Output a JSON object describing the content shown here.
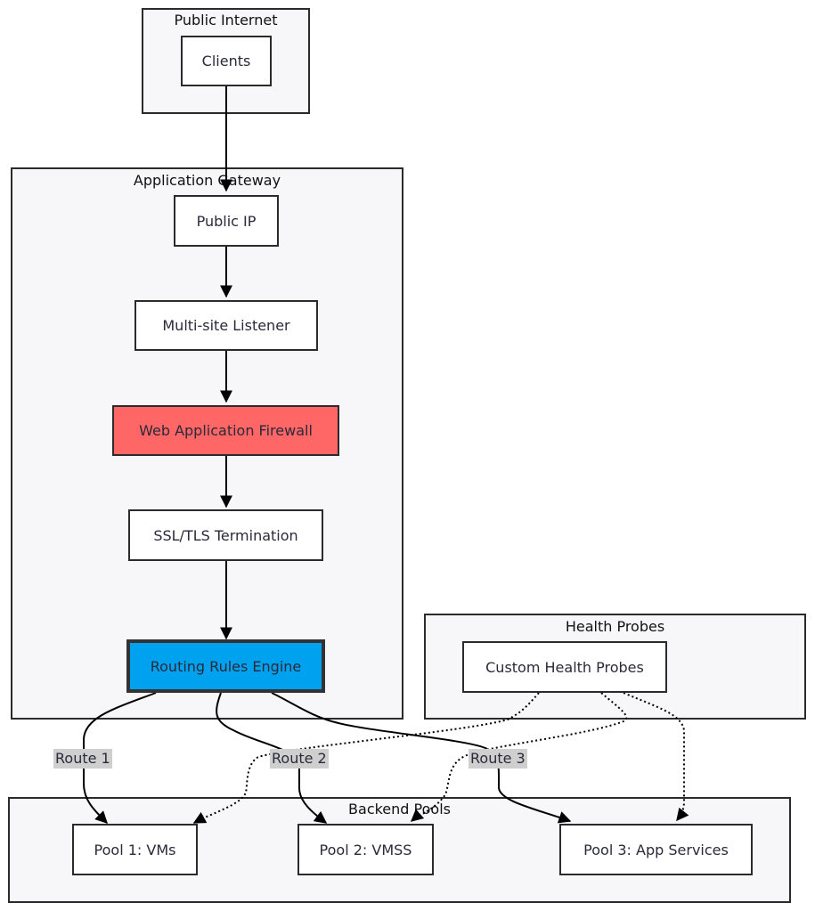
{
  "clusters": {
    "public_internet": "Public Internet",
    "application_gateway": "Application Gateway",
    "health_probes": "Health Probes",
    "backend_pools": "Backend Pools"
  },
  "nodes": {
    "clients": "Clients",
    "public_ip": "Public IP",
    "listener": "Multi-site Listener",
    "waf": "Web Application Firewall",
    "ssl": "SSL/TLS Termination",
    "routing": "Routing Rules Engine",
    "probes": "Custom Health Probes",
    "pool1": "Pool 1: VMs",
    "pool2": "Pool 2: VMSS",
    "pool3": "Pool 3: App Services"
  },
  "edge_labels": {
    "route1": "Route 1",
    "route2": "Route 2",
    "route3": "Route 3"
  },
  "colors": {
    "waf_fill": "#ff6666",
    "routing_fill": "#00a2f0",
    "edge": "#000000"
  }
}
